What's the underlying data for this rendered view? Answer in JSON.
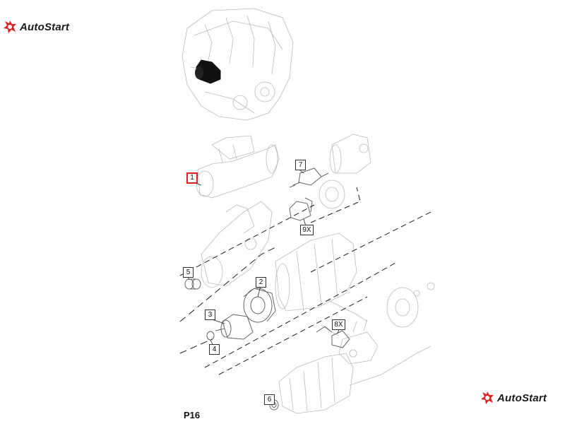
{
  "brand": {
    "name": "AutoStart",
    "color": "#e02020"
  },
  "diagram": {
    "page_label": "P16",
    "callouts": {
      "c1": "1",
      "c2": "2",
      "c3": "3",
      "c4": "4",
      "c5": "5",
      "c6": "6",
      "c7": "7",
      "c8": "8X",
      "c9": "9X"
    },
    "highlighted_callout": "1"
  },
  "icons": [
    "autostart-logo-icon"
  ]
}
